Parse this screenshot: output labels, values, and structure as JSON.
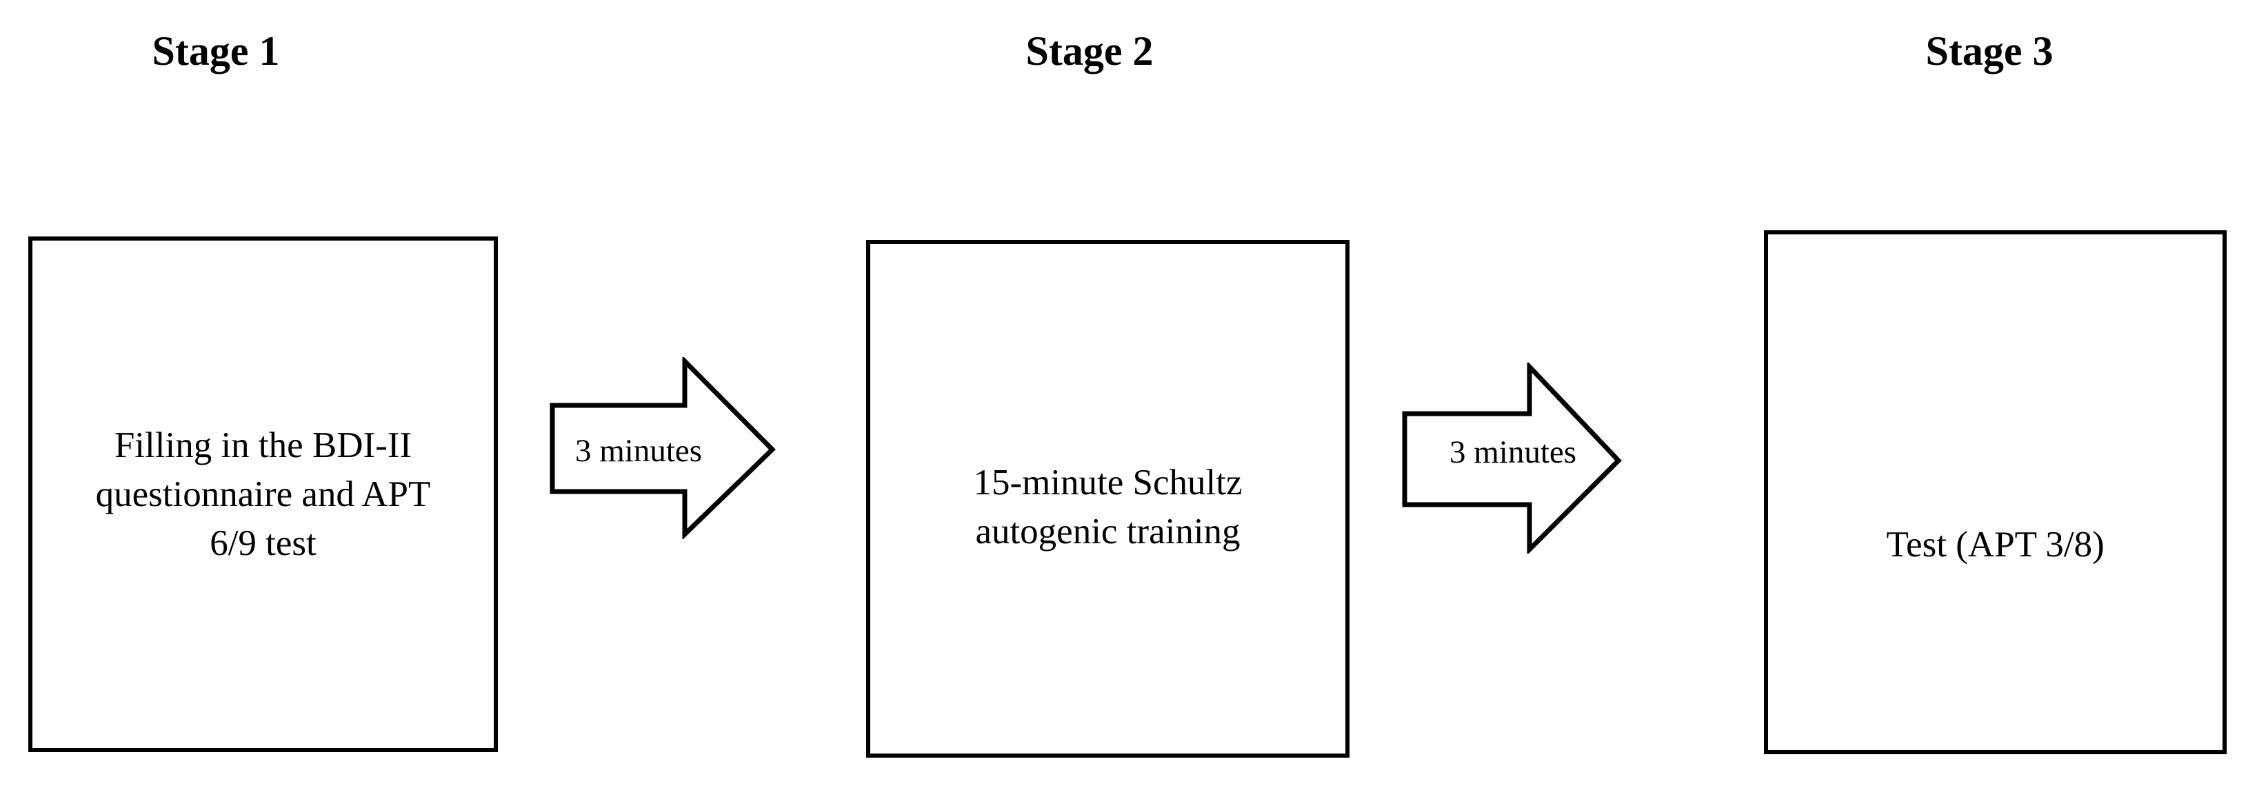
{
  "stages": [
    {
      "heading": "Stage 1",
      "box_lines": [
        "Filling in the BDI-II",
        "questionnaire and APT",
        "6/9 test"
      ]
    },
    {
      "heading": "Stage 2",
      "box_lines": [
        "15-minute Schultz",
        "autogenic training"
      ]
    },
    {
      "heading": "Stage 3",
      "box_lines": [
        "Test (APT 3/8)"
      ]
    }
  ],
  "arrows": [
    {
      "label": "3 minutes"
    },
    {
      "label": "3 minutes"
    }
  ],
  "colors": {
    "ink": "#000000",
    "background": "#ffffff"
  }
}
